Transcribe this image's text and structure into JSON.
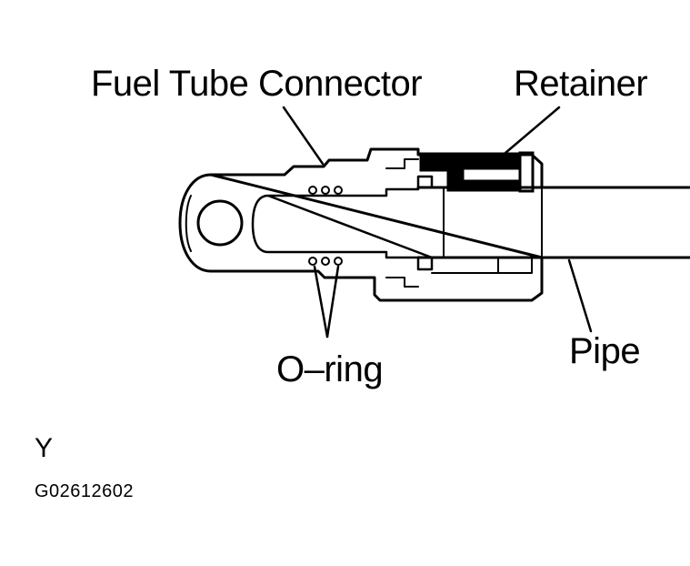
{
  "labels": {
    "fuel_tube_connector": "Fuel Tube Connector",
    "retainer": "Retainer",
    "o_ring": "O–ring",
    "pipe": "Pipe"
  },
  "footer": {
    "view_letter": "Y",
    "figure_code": "G02612602"
  },
  "colors": {
    "line": "#000000",
    "background": "#ffffff"
  }
}
